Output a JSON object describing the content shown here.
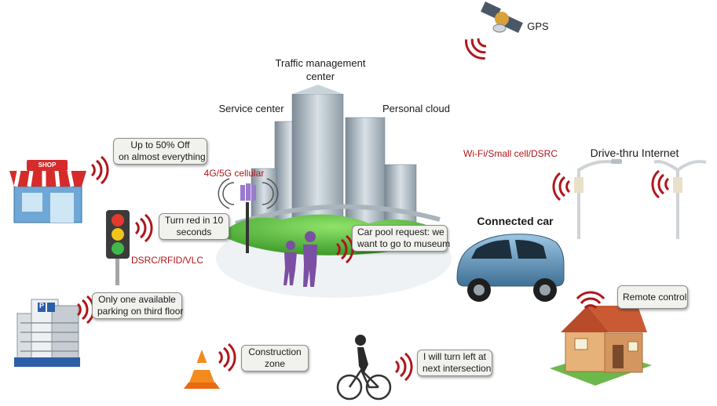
{
  "labels": {
    "gps": "GPS",
    "traffic_center": [
      "Traffic management",
      "center"
    ],
    "service_center": "Service center",
    "personal_cloud": "Personal cloud",
    "cellular": "4G/5G cellular",
    "wifi": "Wi-Fi/Small cell/DSRC",
    "drive_thru": "Drive-thru Internet",
    "connected_car": "Connected car",
    "dsrc_rfid": "DSRC/RFID/VLC",
    "shop_sign": "SHOP",
    "parking_sign": "P"
  },
  "bubbles": {
    "shop_offer": [
      "Up to 50% Off",
      "on almost everything"
    ],
    "traffic_light": [
      "Turn red in 10",
      "seconds"
    ],
    "parking": [
      "Only one available",
      "parking on third floor"
    ],
    "carpool": [
      "Car pool request: we",
      "want to go to museum"
    ],
    "remote": [
      "Remote control"
    ],
    "construction": [
      "Construction",
      "zone"
    ],
    "cyclist": [
      "I will turn left at",
      "next intersection"
    ]
  },
  "colors": {
    "wave_red": "#b0161c",
    "label_red": "#b0161c",
    "bubble_fill": "#f1f1ee",
    "bubble_border": "#8c8c8c"
  }
}
